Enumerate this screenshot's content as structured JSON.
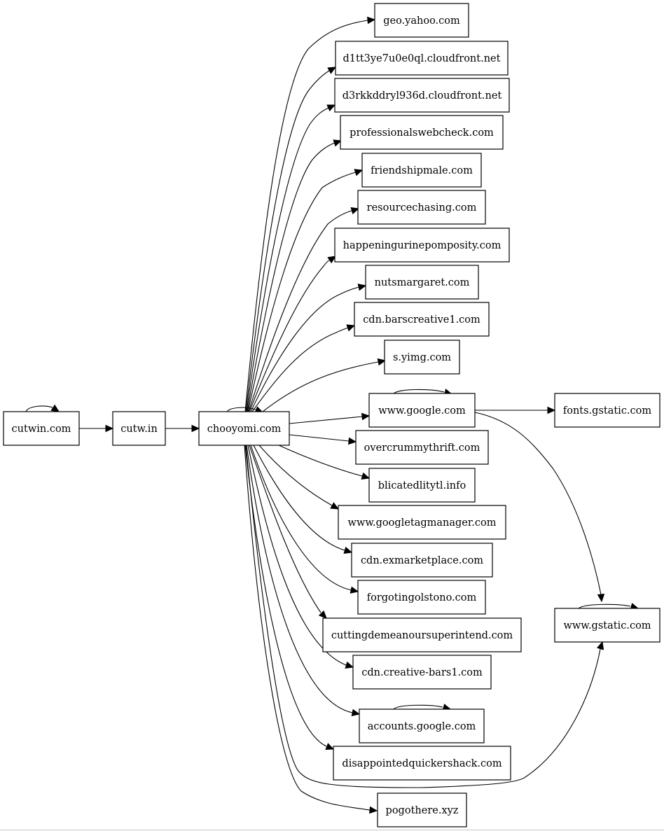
{
  "nodes": [
    {
      "id": "cutwin",
      "label": "cutwin.com"
    },
    {
      "id": "cutwin_in",
      "label": "cutw.in"
    },
    {
      "id": "chooyomi",
      "label": "chooyomi.com"
    },
    {
      "id": "geo_yahoo",
      "label": "geo.yahoo.com"
    },
    {
      "id": "d1tt",
      "label": "d1tt3ye7u0e0ql.cloudfront.net"
    },
    {
      "id": "d3rk",
      "label": "d3rkkddryl936d.cloudfront.net"
    },
    {
      "id": "profweb",
      "label": "professionalswebcheck.com"
    },
    {
      "id": "friendship",
      "label": "friendshipmale.com"
    },
    {
      "id": "resource",
      "label": "resourcechasing.com"
    },
    {
      "id": "happening",
      "label": "happeningurinepomposity.com"
    },
    {
      "id": "nuts",
      "label": "nutsmargaret.com"
    },
    {
      "id": "barscreative",
      "label": "cdn.barscreative1.com"
    },
    {
      "id": "syimg",
      "label": "s.yimg.com"
    },
    {
      "id": "google",
      "label": "www.google.com"
    },
    {
      "id": "overcrummy",
      "label": "overcrummythrift.com"
    },
    {
      "id": "blicated",
      "label": "blicatedlitytl.info"
    },
    {
      "id": "gtm",
      "label": "www.googletagmanager.com"
    },
    {
      "id": "exmarket",
      "label": "cdn.exmarketplace.com"
    },
    {
      "id": "forgoting",
      "label": "forgotingolstono.com"
    },
    {
      "id": "cutting",
      "label": "cuttingdemeanoursuperintend.com"
    },
    {
      "id": "creativebars",
      "label": "cdn.creative-bars1.com"
    },
    {
      "id": "accounts",
      "label": "accounts.google.com"
    },
    {
      "id": "disappointed",
      "label": "disappointedquickershack.com"
    },
    {
      "id": "pogothere",
      "label": "pogothere.xyz"
    },
    {
      "id": "fonts_gstatic",
      "label": "fonts.gstatic.com"
    },
    {
      "id": "gstatic",
      "label": "www.gstatic.com"
    }
  ],
  "edges": [
    {
      "from": "cutwin",
      "to": "cutwin"
    },
    {
      "from": "cutwin",
      "to": "cutwin_in"
    },
    {
      "from": "cutwin_in",
      "to": "chooyomi"
    },
    {
      "from": "chooyomi",
      "to": "chooyomi"
    },
    {
      "from": "chooyomi",
      "to": "geo_yahoo"
    },
    {
      "from": "chooyomi",
      "to": "d1tt"
    },
    {
      "from": "chooyomi",
      "to": "d3rk"
    },
    {
      "from": "chooyomi",
      "to": "profweb"
    },
    {
      "from": "chooyomi",
      "to": "friendship"
    },
    {
      "from": "chooyomi",
      "to": "resource"
    },
    {
      "from": "chooyomi",
      "to": "happening"
    },
    {
      "from": "chooyomi",
      "to": "nuts"
    },
    {
      "from": "chooyomi",
      "to": "barscreative"
    },
    {
      "from": "chooyomi",
      "to": "syimg"
    },
    {
      "from": "chooyomi",
      "to": "google"
    },
    {
      "from": "chooyomi",
      "to": "overcrummy"
    },
    {
      "from": "chooyomi",
      "to": "blicated"
    },
    {
      "from": "chooyomi",
      "to": "gtm"
    },
    {
      "from": "chooyomi",
      "to": "exmarket"
    },
    {
      "from": "chooyomi",
      "to": "forgoting"
    },
    {
      "from": "chooyomi",
      "to": "cutting"
    },
    {
      "from": "chooyomi",
      "to": "creativebars"
    },
    {
      "from": "chooyomi",
      "to": "accounts"
    },
    {
      "from": "chooyomi",
      "to": "disappointed"
    },
    {
      "from": "chooyomi",
      "to": "pogothere"
    },
    {
      "from": "chooyomi",
      "to": "gstatic"
    },
    {
      "from": "google",
      "to": "google"
    },
    {
      "from": "google",
      "to": "fonts_gstatic"
    },
    {
      "from": "google",
      "to": "gstatic"
    },
    {
      "from": "accounts",
      "to": "accounts"
    },
    {
      "from": "gstatic",
      "to": "gstatic"
    }
  ]
}
